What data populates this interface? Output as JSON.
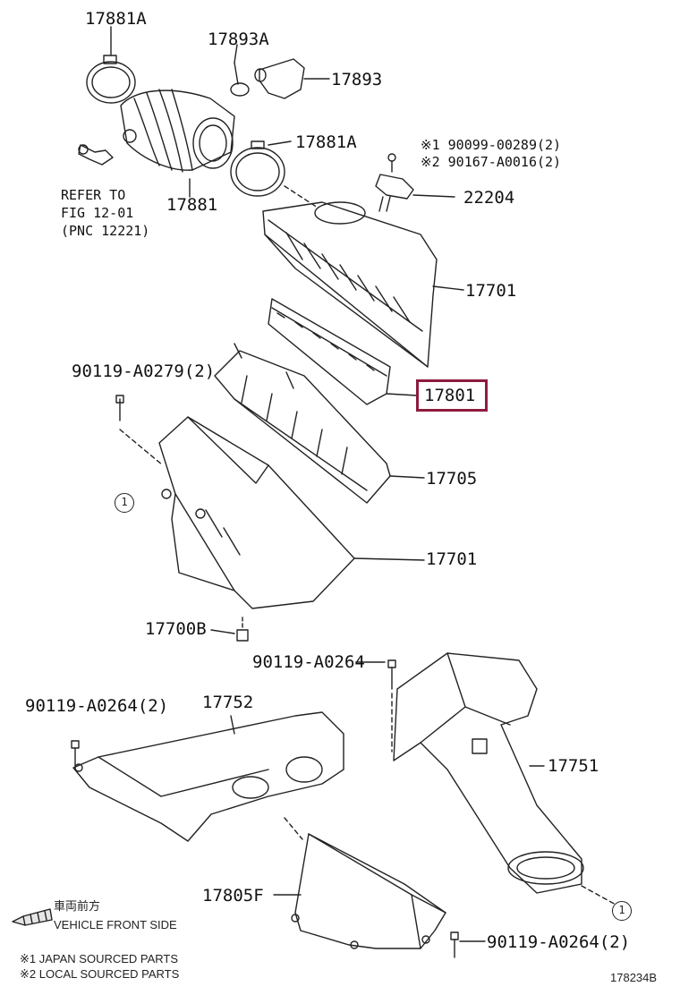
{
  "labels": {
    "p17881A_top": "17881A",
    "p17893A": "17893A",
    "p17893": "17893",
    "p17881A_mid": "17881A",
    "p17881": "17881",
    "refer_line1": "REFER TO",
    "refer_line2": "FIG 12-01",
    "refer_line3": "(PNC 12221)",
    "screw_a": "※1 90099-00289(2)",
    "screw_b": "※2 90167-A0016(2)",
    "p22204": "22204",
    "p17701_top": "17701",
    "p17801": "17801",
    "p90119_A0279": "90119-A0279(2)",
    "p17705": "17705",
    "p17701_bottom": "17701",
    "p17700B": "17700B",
    "p90119_A0264_mid": "90119-A0264",
    "p90119_A0264_left": "90119-A0264(2)",
    "p17752": "17752",
    "p17751": "17751",
    "p17805F": "17805F",
    "p90119_A0264_right": "90119-A0264(2)",
    "circle_marker": "1"
  },
  "legend": {
    "front_jp": "車両前方",
    "front_en": "VEHICLE FRONT SIDE",
    "note1": "※1 JAPAN SOURCED PARTS",
    "note2": "※2 LOCAL SOURCED PARTS",
    "diagram_id": "178234B"
  },
  "highlight": {
    "part": "17801",
    "color": "#8e1b3e"
  }
}
